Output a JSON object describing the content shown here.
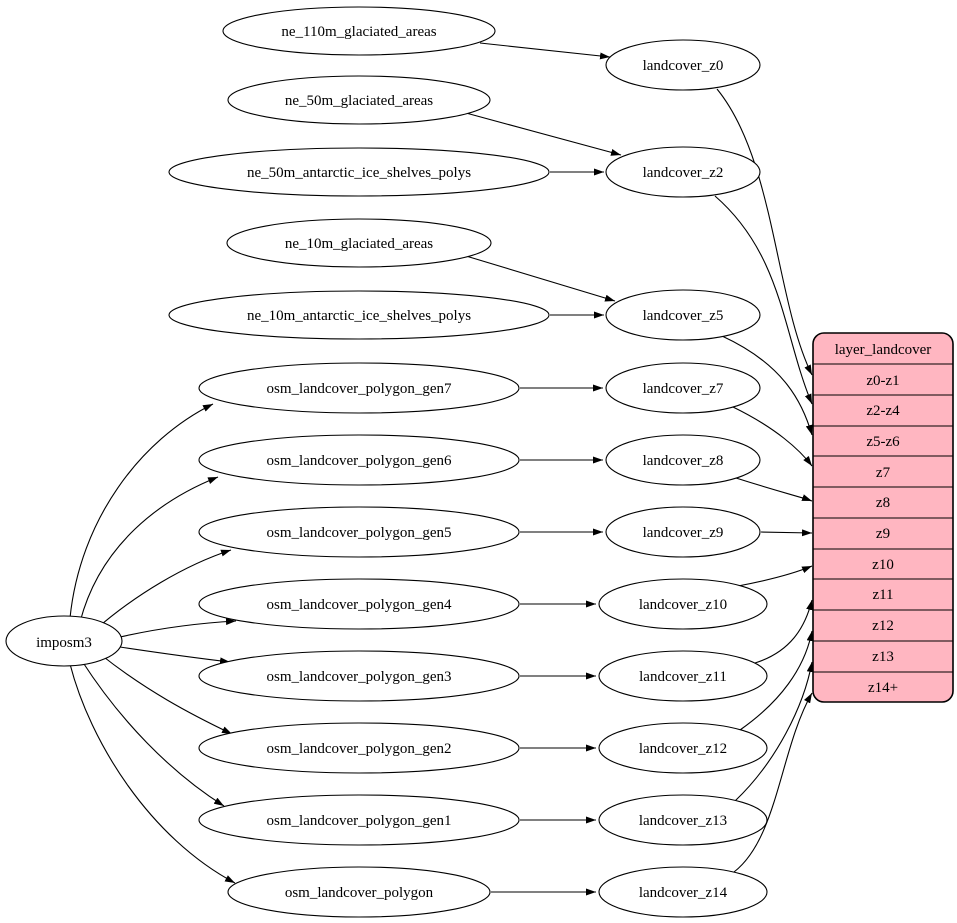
{
  "colors": {
    "background": "#ffffff",
    "node_fill": "#ffffff",
    "node_stroke": "#000000",
    "edge": "#000000",
    "table_fill": "#ffb6c1",
    "text": "#000000"
  },
  "imposm": {
    "label": "imposm3"
  },
  "sources": [
    {
      "label": "ne_110m_glaciated_areas"
    },
    {
      "label": "ne_50m_glaciated_areas"
    },
    {
      "label": "ne_50m_antarctic_ice_shelves_polys"
    },
    {
      "label": "ne_10m_glaciated_areas"
    },
    {
      "label": "ne_10m_antarctic_ice_shelves_polys"
    },
    {
      "label": "osm_landcover_polygon_gen7"
    },
    {
      "label": "osm_landcover_polygon_gen6"
    },
    {
      "label": "osm_landcover_polygon_gen5"
    },
    {
      "label": "osm_landcover_polygon_gen4"
    },
    {
      "label": "osm_landcover_polygon_gen3"
    },
    {
      "label": "osm_landcover_polygon_gen2"
    },
    {
      "label": "osm_landcover_polygon_gen1"
    },
    {
      "label": "osm_landcover_polygon"
    }
  ],
  "stages": [
    {
      "label": "landcover_z0"
    },
    {
      "label": "landcover_z2"
    },
    {
      "label": "landcover_z5"
    },
    {
      "label": "landcover_z7"
    },
    {
      "label": "landcover_z8"
    },
    {
      "label": "landcover_z9"
    },
    {
      "label": "landcover_z10"
    },
    {
      "label": "landcover_z11"
    },
    {
      "label": "landcover_z12"
    },
    {
      "label": "landcover_z13"
    },
    {
      "label": "landcover_z14"
    }
  ],
  "layer_table": {
    "title": "layer_landcover",
    "rows": [
      {
        "label": "z0-z1"
      },
      {
        "label": "z2-z4"
      },
      {
        "label": "z5-z6"
      },
      {
        "label": "z7"
      },
      {
        "label": "z8"
      },
      {
        "label": "z9"
      },
      {
        "label": "z10"
      },
      {
        "label": "z11"
      },
      {
        "label": "z12"
      },
      {
        "label": "z13"
      },
      {
        "label": "z14+"
      }
    ]
  },
  "edges": [
    {
      "from": "ne_110m_glaciated_areas",
      "to": "landcover_z0"
    },
    {
      "from": "ne_50m_glaciated_areas",
      "to": "landcover_z2"
    },
    {
      "from": "ne_50m_antarctic_ice_shelves_polys",
      "to": "landcover_z2"
    },
    {
      "from": "ne_10m_glaciated_areas",
      "to": "landcover_z5"
    },
    {
      "from": "ne_10m_antarctic_ice_shelves_polys",
      "to": "landcover_z5"
    },
    {
      "from": "osm_landcover_polygon_gen7",
      "to": "landcover_z7"
    },
    {
      "from": "osm_landcover_polygon_gen6",
      "to": "landcover_z8"
    },
    {
      "from": "osm_landcover_polygon_gen5",
      "to": "landcover_z9"
    },
    {
      "from": "osm_landcover_polygon_gen4",
      "to": "landcover_z10"
    },
    {
      "from": "osm_landcover_polygon_gen3",
      "to": "landcover_z11"
    },
    {
      "from": "osm_landcover_polygon_gen2",
      "to": "landcover_z12"
    },
    {
      "from": "osm_landcover_polygon_gen1",
      "to": "landcover_z13"
    },
    {
      "from": "osm_landcover_polygon",
      "to": "landcover_z14"
    },
    {
      "from": "imposm3",
      "to": "osm_landcover_polygon_gen7"
    },
    {
      "from": "imposm3",
      "to": "osm_landcover_polygon_gen6"
    },
    {
      "from": "imposm3",
      "to": "osm_landcover_polygon_gen5"
    },
    {
      "from": "imposm3",
      "to": "osm_landcover_polygon_gen4"
    },
    {
      "from": "imposm3",
      "to": "osm_landcover_polygon_gen3"
    },
    {
      "from": "imposm3",
      "to": "osm_landcover_polygon_gen2"
    },
    {
      "from": "imposm3",
      "to": "osm_landcover_polygon_gen1"
    },
    {
      "from": "imposm3",
      "to": "osm_landcover_polygon"
    },
    {
      "from": "landcover_z0",
      "to": "layer_landcover.z0-z1"
    },
    {
      "from": "landcover_z2",
      "to": "layer_landcover.z2-z4"
    },
    {
      "from": "landcover_z5",
      "to": "layer_landcover.z5-z6"
    },
    {
      "from": "landcover_z7",
      "to": "layer_landcover.z7"
    },
    {
      "from": "landcover_z8",
      "to": "layer_landcover.z8"
    },
    {
      "from": "landcover_z9",
      "to": "layer_landcover.z9"
    },
    {
      "from": "landcover_z10",
      "to": "layer_landcover.z10"
    },
    {
      "from": "landcover_z11",
      "to": "layer_landcover.z11"
    },
    {
      "from": "landcover_z12",
      "to": "layer_landcover.z12"
    },
    {
      "from": "landcover_z13",
      "to": "layer_landcover.z13"
    },
    {
      "from": "landcover_z14",
      "to": "layer_landcover.z14+"
    }
  ]
}
